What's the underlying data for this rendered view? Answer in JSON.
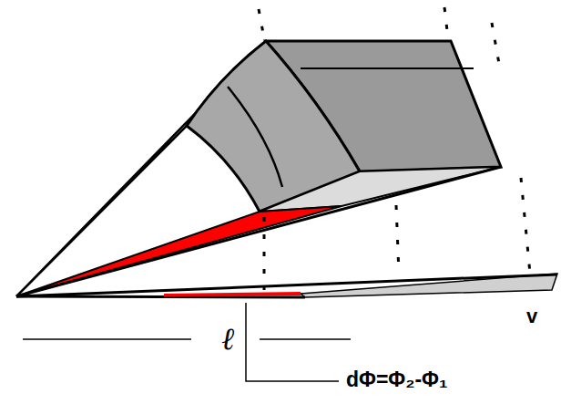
{
  "diagram": {
    "labels": [
      "ℓ",
      "dΦ=Φ₂-Φ₁",
      "v"
    ]
  }
}
